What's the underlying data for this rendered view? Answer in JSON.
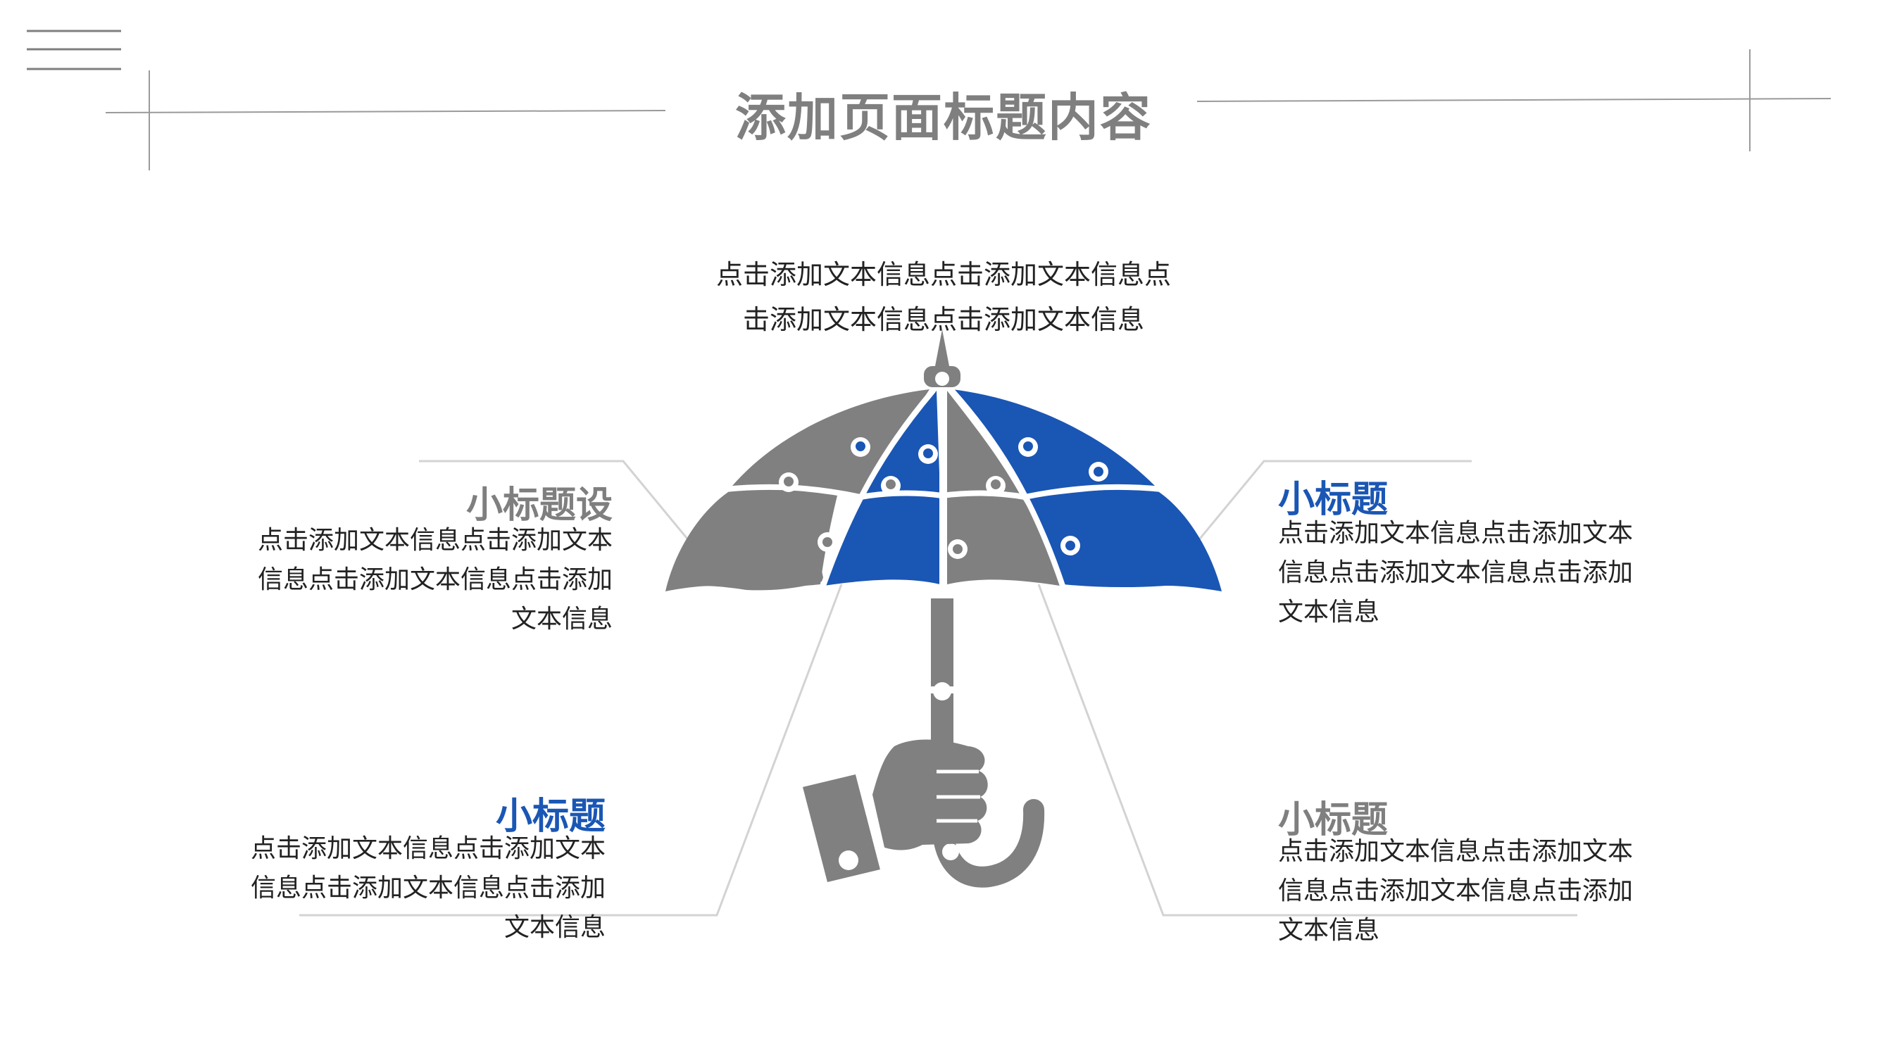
{
  "page": {
    "title": "添加页面标题内容",
    "top_text_line1": "点击添加文本信息点击添加文本信息点",
    "top_text_line2": "击添加文本信息点击添加文本信息"
  },
  "blocks": {
    "top_left": {
      "subtitle": "小标题设",
      "line1": "点击添加文本信息点击添加文本",
      "line2": "信息点击添加文本信息点击添加",
      "line3": "文本信息"
    },
    "bottom_left": {
      "subtitle": "小标题",
      "line1": "点击添加文本信息点击添加文本",
      "line2": "信息点击添加文本信息点击添加",
      "line3": "文本信息"
    },
    "top_right": {
      "subtitle": "小标题",
      "line1": "点击添加文本信息点击添加文本",
      "line2": "信息点击添加文本信息点击添加",
      "line3": "文本信息"
    },
    "bottom_right": {
      "subtitle": "小标题",
      "line1": "点击添加文本信息点击添加文本",
      "line2": "信息点击添加文本信息点击添加",
      "line3": "文本信息"
    }
  },
  "colors": {
    "gray": "#808080",
    "blue": "#1a56b4",
    "line": "#d0d0d0",
    "text": "#222222"
  },
  "icons": {
    "center": "puzzle-umbrella-with-hand-icon",
    "corner": "menu-lines-icon"
  }
}
